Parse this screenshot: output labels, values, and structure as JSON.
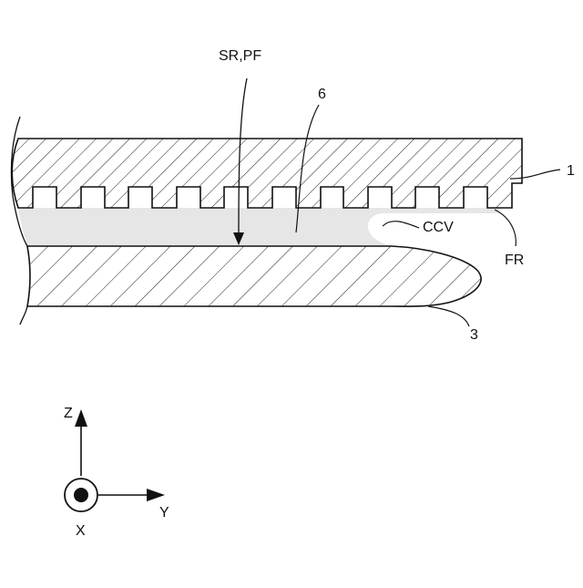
{
  "labels": {
    "sr_pf": "SR,PF",
    "six": "6",
    "one": "1",
    "ccv": "CCV",
    "fr": "FR",
    "three": "3"
  },
  "axes": {
    "z": "Z",
    "y": "Y",
    "x": "X"
  },
  "colors": {
    "stroke": "#111111",
    "resist": "#e6e6e6",
    "background": "#ffffff"
  }
}
